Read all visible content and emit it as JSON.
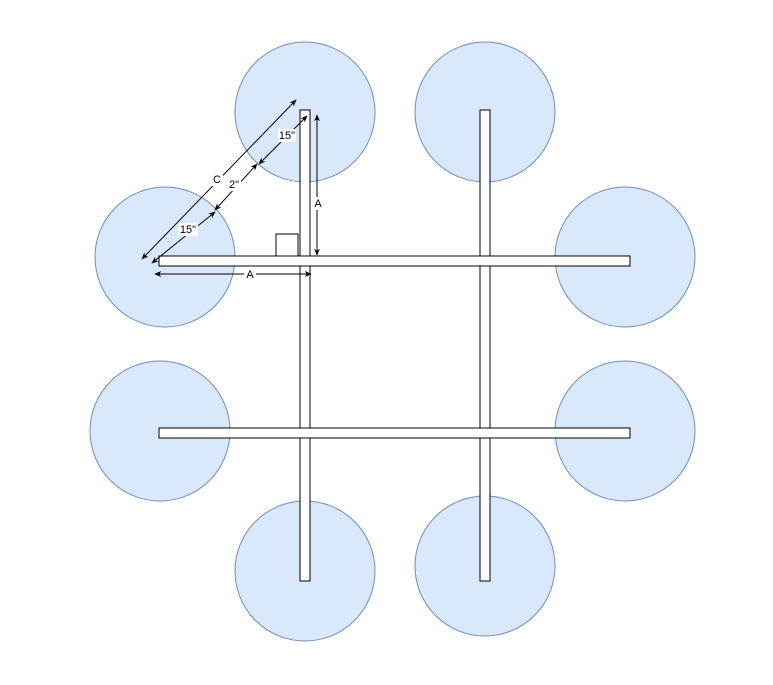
{
  "colors": {
    "circle_fill": "#dae8fc",
    "circle_stroke": "#6c8ebf",
    "bar_fill": "#ffffff",
    "bar_stroke": "#000000",
    "line": "#000000",
    "label_bg": "#ffffff"
  },
  "labels": {
    "c_diagonal": "C",
    "segment_top": "15\"",
    "segment_middle": "2\"",
    "segment_bottom": "15\"",
    "a_vertical": "A",
    "a_horizontal": "A"
  }
}
